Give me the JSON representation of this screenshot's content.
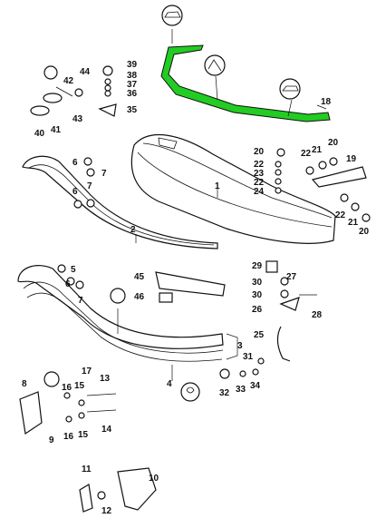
{
  "colors": {
    "highlight": "#22cc22",
    "ink": "#111111",
    "paper": "#ffffff"
  },
  "icons": [
    "car-front-icon",
    "car-side-icon",
    "seal-symbol-icon"
  ],
  "callouts": [
    {
      "id": "c18",
      "text": "18"
    },
    {
      "id": "c1",
      "text": "1"
    },
    {
      "id": "c2",
      "text": "2"
    },
    {
      "id": "c3",
      "text": "3"
    },
    {
      "id": "c4",
      "text": "4"
    },
    {
      "id": "c5",
      "text": "5"
    },
    {
      "id": "c6a",
      "text": "6"
    },
    {
      "id": "c6b",
      "text": "6"
    },
    {
      "id": "c6c",
      "text": "6"
    },
    {
      "id": "c7a",
      "text": "7"
    },
    {
      "id": "c7b",
      "text": "7"
    },
    {
      "id": "c7c",
      "text": "7"
    },
    {
      "id": "c8",
      "text": "8"
    },
    {
      "id": "c9",
      "text": "9"
    },
    {
      "id": "c10",
      "text": "10"
    },
    {
      "id": "c11",
      "text": "11"
    },
    {
      "id": "c12",
      "text": "12"
    },
    {
      "id": "c13",
      "text": "13"
    },
    {
      "id": "c14",
      "text": "14"
    },
    {
      "id": "c15a",
      "text": "15"
    },
    {
      "id": "c15b",
      "text": "15"
    },
    {
      "id": "c16a",
      "text": "16"
    },
    {
      "id": "c16b",
      "text": "16"
    },
    {
      "id": "c17",
      "text": "17"
    },
    {
      "id": "c19",
      "text": "19"
    },
    {
      "id": "c20a",
      "text": "20"
    },
    {
      "id": "c20b",
      "text": "20"
    },
    {
      "id": "c20c",
      "text": "20"
    },
    {
      "id": "c21a",
      "text": "21"
    },
    {
      "id": "c21b",
      "text": "21"
    },
    {
      "id": "c22a",
      "text": "22"
    },
    {
      "id": "c22b",
      "text": "22"
    },
    {
      "id": "c22c",
      "text": "22"
    },
    {
      "id": "c22d",
      "text": "22"
    },
    {
      "id": "c23",
      "text": "23"
    },
    {
      "id": "c24",
      "text": "24"
    },
    {
      "id": "c25",
      "text": "25"
    },
    {
      "id": "c26",
      "text": "26"
    },
    {
      "id": "c27",
      "text": "27"
    },
    {
      "id": "c28",
      "text": "28"
    },
    {
      "id": "c29",
      "text": "29"
    },
    {
      "id": "c30a",
      "text": "30"
    },
    {
      "id": "c30b",
      "text": "30"
    },
    {
      "id": "c31",
      "text": "31"
    },
    {
      "id": "c32",
      "text": "32"
    },
    {
      "id": "c33",
      "text": "33"
    },
    {
      "id": "c34",
      "text": "34"
    },
    {
      "id": "c35",
      "text": "35"
    },
    {
      "id": "c36",
      "text": "36"
    },
    {
      "id": "c37",
      "text": "37"
    },
    {
      "id": "c38",
      "text": "38"
    },
    {
      "id": "c39",
      "text": "39"
    },
    {
      "id": "c40",
      "text": "40"
    },
    {
      "id": "c41",
      "text": "41"
    },
    {
      "id": "c42",
      "text": "42"
    },
    {
      "id": "c43",
      "text": "43"
    },
    {
      "id": "c44",
      "text": "44"
    },
    {
      "id": "c45",
      "text": "45"
    },
    {
      "id": "c46",
      "text": "46"
    }
  ]
}
